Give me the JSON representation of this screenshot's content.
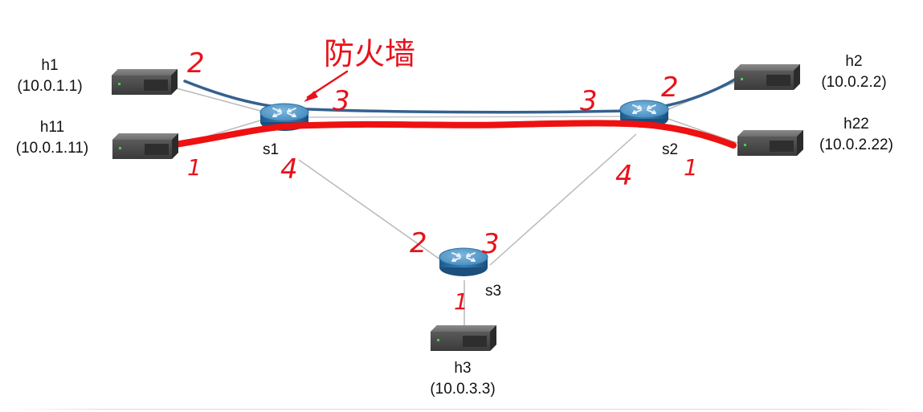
{
  "hosts": {
    "h1": {
      "name": "h1",
      "ip": "(10.0.1.1)"
    },
    "h11": {
      "name": "h11",
      "ip": "(10.0.1.11)"
    },
    "h2": {
      "name": "h2",
      "ip": "(10.0.2.2)"
    },
    "h22": {
      "name": "h22",
      "ip": "(10.0.2.22)"
    },
    "h3": {
      "name": "h3",
      "ip": "(10.0.3.3)"
    }
  },
  "switches": {
    "s1": {
      "name": "s1"
    },
    "s2": {
      "name": "s2"
    },
    "s3": {
      "name": "s3"
    }
  },
  "firewall_label": "防火墙",
  "ports": {
    "s1_h1": "2",
    "s1_h11": "1",
    "s1_s2": "3",
    "s1_s3": "4",
    "s2_s1": "3",
    "s2_h2": "2",
    "s2_h22": "1",
    "s2_s3": "4",
    "s3_s1": "2",
    "s3_s2": "3",
    "s3_h3": "1"
  },
  "colors": {
    "red_path": "#ee1111",
    "blue_path": "#35618f",
    "link": "#b9b9b9",
    "annotation": "#e8121b"
  }
}
